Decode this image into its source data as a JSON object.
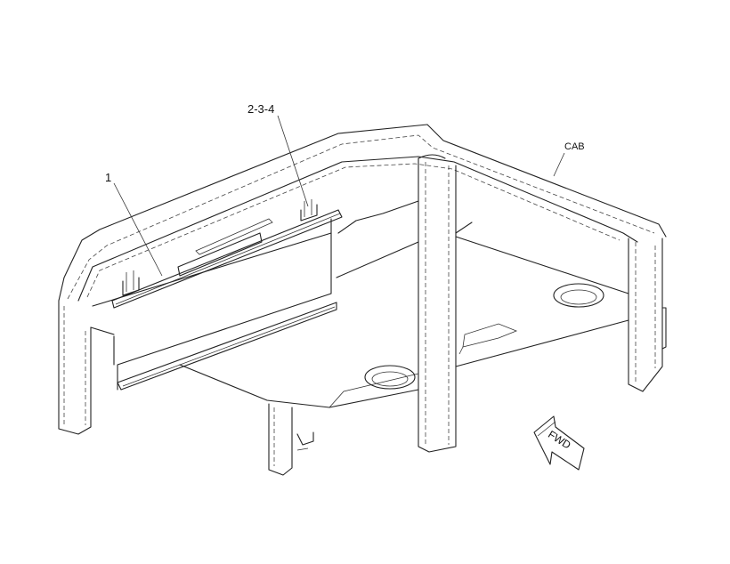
{
  "callouts": {
    "part_1": "1",
    "part_2_3_4": "2-3-4",
    "cab": "CAB"
  },
  "forward_arrow": {
    "label": "FWD",
    "icon": "forward-arrow-icon"
  }
}
